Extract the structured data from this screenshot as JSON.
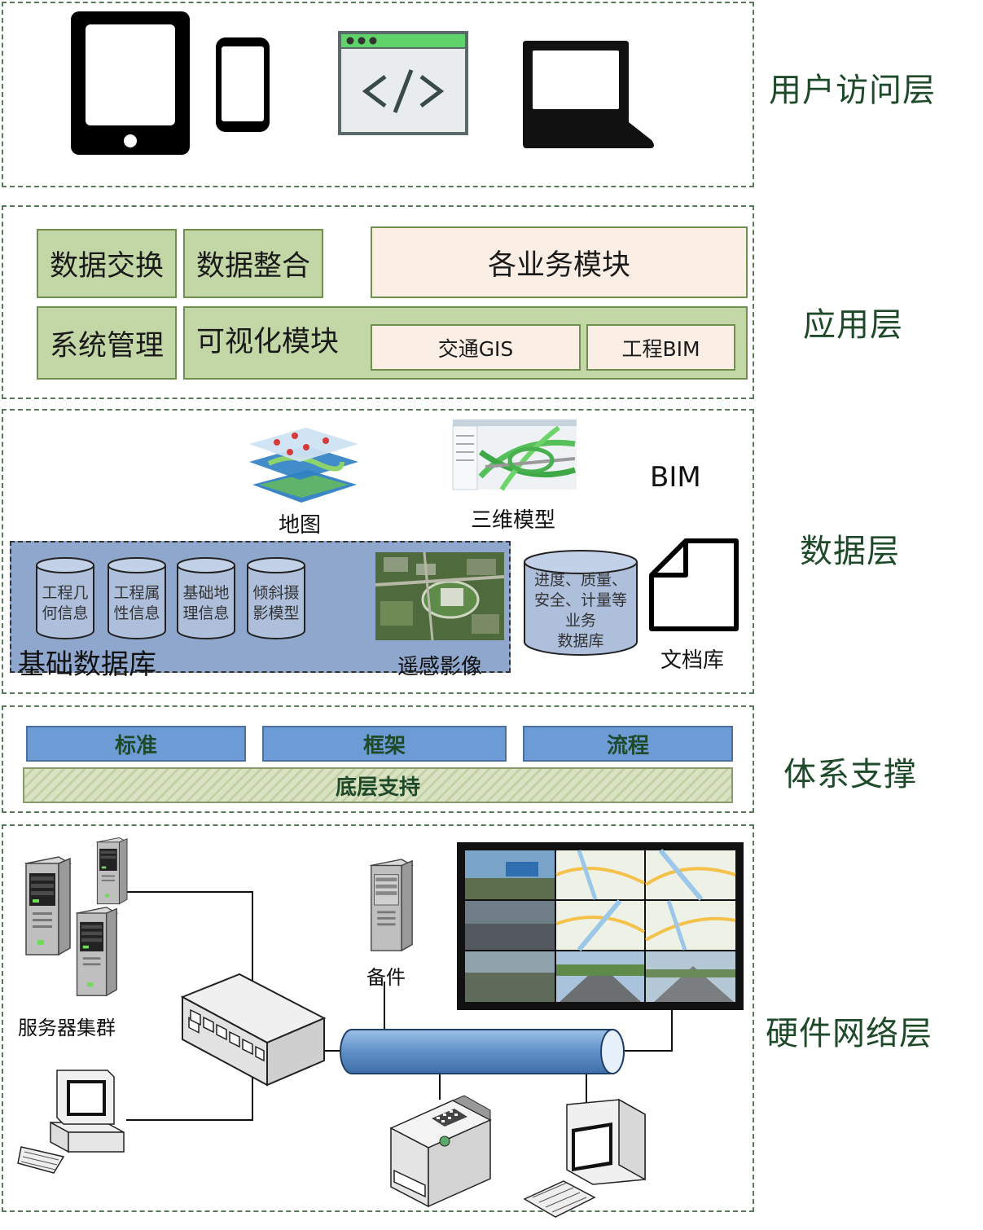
{
  "layers": {
    "user_access": {
      "label": "用户访问层"
    },
    "application": {
      "label": "应用层"
    },
    "data": {
      "label": "数据层"
    },
    "support": {
      "label": "体系支撑"
    },
    "hardware": {
      "label": "硬件网络层"
    }
  },
  "application": {
    "data_exchange": "数据交换",
    "data_integration": "数据整合",
    "business_modules": "各业务模块",
    "system_management": "系统管理",
    "visualization_module": "可视化模块",
    "traffic_gis": "交通GIS",
    "engineering_bim": "工程BIM"
  },
  "data_layer": {
    "map_label": "地图",
    "model_label": "三维模型",
    "bim_label": "BIM",
    "base_db_label": "基础数据库",
    "remote_sensing_label": "遥感影像",
    "cylinders": [
      {
        "line1": "工程几",
        "line2": "何信息"
      },
      {
        "line1": "工程属",
        "line2": "性信息"
      },
      {
        "line1": "基础地",
        "line2": "理信息"
      },
      {
        "line1": "倾斜摄",
        "line2": "影模型"
      }
    ],
    "business_db": {
      "line1": "进度、质量、",
      "line2": "安全、计量等",
      "line3": "业务",
      "line4": "数据库"
    },
    "doc_db_label": "文档库"
  },
  "support": {
    "standard": "标准",
    "framework": "框架",
    "process": "流程",
    "base_support": "底层支持"
  },
  "hardware": {
    "server_cluster": "服务器集群",
    "backup": "备件"
  }
}
